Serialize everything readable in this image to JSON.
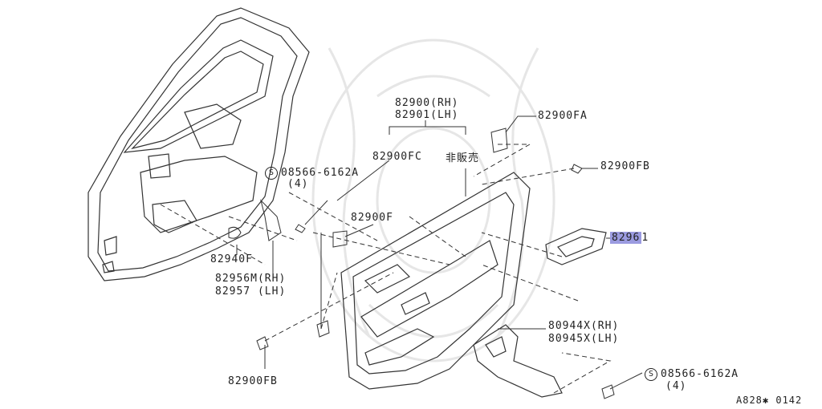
{
  "labels": {
    "p82900_rh": "82900(RH)",
    "p82901_lh": "82901(LH)",
    "p82900fa": "82900FA",
    "p82900fc": "82900FC",
    "not_for_sale": "非販売",
    "p82900fb_top": "82900FB",
    "screw_top": "08566-6162A",
    "screw_top_qty": "(4)",
    "p82900f": "82900F",
    "p82961_prefix": "8296",
    "p82961_suffix": "1",
    "p82940f": "82940F",
    "p82956m_rh": "82956M(RH)",
    "p82957_lh": "82957 (LH)",
    "p80944x_rh": "80944X(RH)",
    "p80945x_lh": "80945X(LH)",
    "p82900fb_bottom": "82900FB",
    "screw_bottom": "08566-6162A",
    "screw_bottom_qty": "(4)",
    "footer_code": "A828✱ 0142"
  },
  "icons": {
    "screw_symbol": "S",
    "screw_icon_name": "screw-s-circle-icon"
  },
  "colors": {
    "line": "#333333",
    "highlight": "#9b9be0",
    "watermark": "#e6e6e6"
  }
}
